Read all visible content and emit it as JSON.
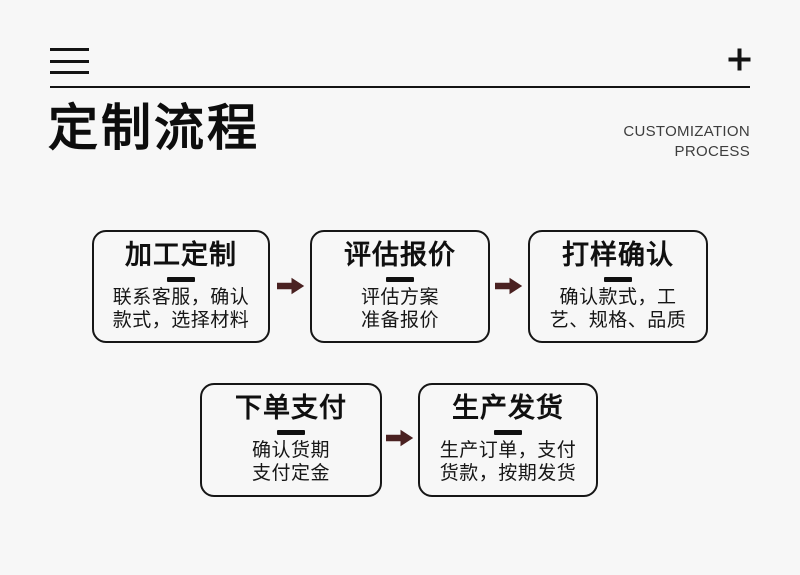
{
  "header": {
    "title": "定制流程",
    "subtitle_line1": "CUSTOMIZATION",
    "subtitle_line2": "PROCESS"
  },
  "flow": {
    "steps": [
      {
        "title": "加工定制",
        "desc": "联系客服，确认\n款式，选择材料"
      },
      {
        "title": "评估报价",
        "desc": "评估方案\n准备报价"
      },
      {
        "title": "打样确认",
        "desc": "确认款式，工\n艺、规格、品质"
      },
      {
        "title": "下单支付",
        "desc": "确认货期\n支付定金"
      },
      {
        "title": "生产发货",
        "desc": "生产订单，支付\n货款，按期发货"
      }
    ]
  },
  "icons": {
    "menu": "hamburger-icon",
    "add": "plus-icon",
    "connector": "arrow-right-icon"
  },
  "colors": {
    "background": "#f7f7f7",
    "ink": "#141414",
    "subtitle": "#3d3d3d",
    "arrow": "#4a2121"
  }
}
